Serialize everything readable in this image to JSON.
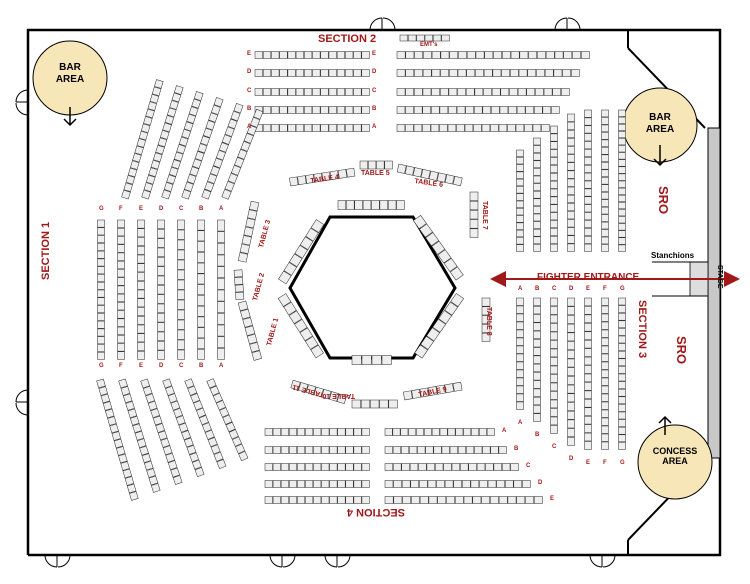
{
  "sections": {
    "section1": "SECTION 1",
    "section2": "SECTION 2",
    "section3": "SECTION 3",
    "section4": "SECTION 4"
  },
  "areas": {
    "bar_left": "BAR\nAREA",
    "bar_right": "BAR\nAREA",
    "concess": "CONCESS\nAREA"
  },
  "labels": {
    "sro_top": "SRO",
    "sro_bottom": "SRO",
    "stanchions": "Stanchions",
    "fighter_entrance": "FIGHTER ENTRANCE",
    "stage": "STAGE",
    "emts": "EMT's"
  },
  "tables": {
    "t1": "TABLE 1",
    "t2": "TABLE 2",
    "t3": "TABLE 3",
    "t4": "TABLE 4",
    "t5": "TABLE 5",
    "t6": "TABLE 6",
    "t7": "TABLE 7",
    "t8": "TABLE 8",
    "t9": "TABLE 9",
    "t10": "TABLE 10",
    "t11": "TABLE 11"
  },
  "rows": {
    "section1": [
      "G",
      "F",
      "E",
      "D",
      "C",
      "B",
      "A"
    ],
    "section2": [
      "E",
      "D",
      "C",
      "B",
      "A"
    ],
    "section3": [
      "A",
      "B",
      "C",
      "D",
      "E",
      "F",
      "G"
    ],
    "section4": [
      "A",
      "B",
      "C",
      "D",
      "E"
    ]
  },
  "colors": {
    "accent": "#a01818",
    "area_fill": "#f6e6b8",
    "seat_fill": "#eeeeee",
    "stage_fill": "#c8c8c8"
  }
}
